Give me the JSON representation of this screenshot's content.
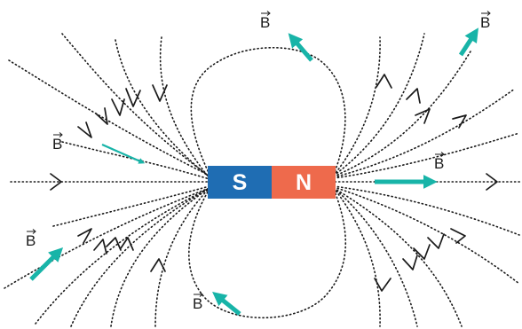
{
  "magnet": {
    "south_label": "S",
    "north_label": "N",
    "south_color": "#1f6db3",
    "north_color": "#ee6a4c"
  },
  "field": {
    "line_color": "#1a1a1a",
    "vector_color": "#18b4a8",
    "vector_label": "B"
  },
  "b_labels": [
    "B",
    "B",
    "B",
    "B",
    "B",
    "B"
  ]
}
